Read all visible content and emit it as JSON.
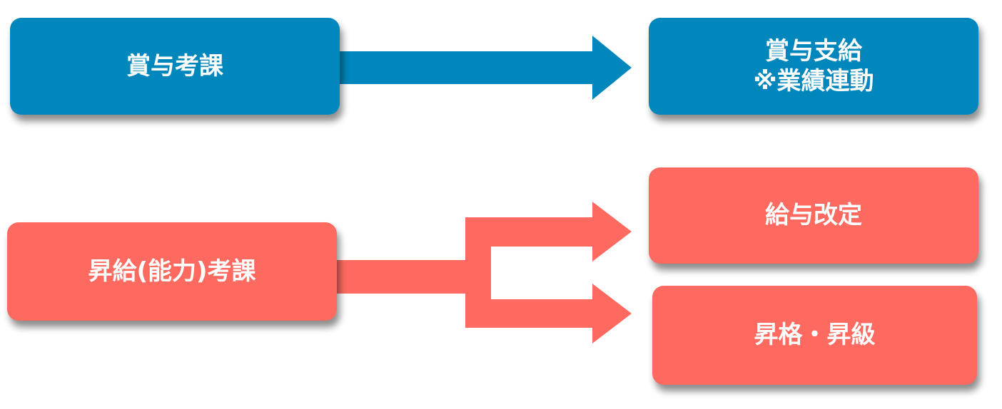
{
  "diagram": {
    "colors": {
      "blue": "#0287bd",
      "red": "#fe6a5f"
    },
    "nodes": {
      "bonus_eval": {
        "label": "賞与考課"
      },
      "bonus_payment": {
        "line1": "賞与支給",
        "line2": "※業績連動"
      },
      "raise_eval": {
        "label": "昇給(能力)考課"
      },
      "salary_revision": {
        "label": "給与改定"
      },
      "promotion": {
        "label": "昇格・昇級"
      }
    },
    "edges": [
      {
        "from": "bonus_eval",
        "to": "bonus_payment"
      },
      {
        "from": "raise_eval",
        "to": "salary_revision"
      },
      {
        "from": "raise_eval",
        "to": "promotion"
      }
    ]
  }
}
